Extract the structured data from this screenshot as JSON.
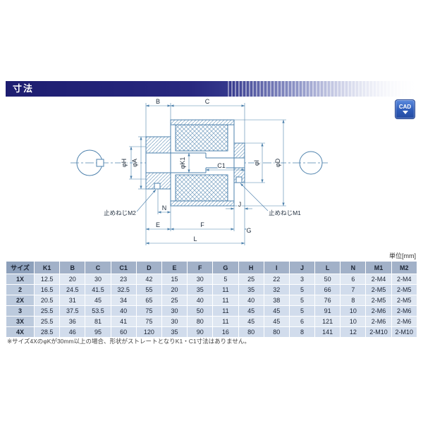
{
  "page": {
    "title": "寸法",
    "cad_label": "CAD",
    "unit_label": "単位[mm]",
    "footnote": "※サイズ4XのφKが30mm以上の場合、形状がストレートとなりK1・C1寸法はありません。"
  },
  "drawing": {
    "labels": {
      "dim_B": "B",
      "dim_C": "C",
      "dim_phiH": "φH",
      "dim_phiA": "φA",
      "dim_phiK1": "φK1",
      "dim_C1": "C1",
      "dim_phiI": "φI",
      "dim_phiD": "φD",
      "setscrew_M2": "止めねじM2",
      "setscrew_M1": "止めねじM1",
      "dim_N": "N",
      "dim_J": "J",
      "dim_E": "E",
      "dim_F": "F",
      "dim_G": "G",
      "dim_L": "L"
    }
  },
  "table": {
    "headers": [
      "サイズ",
      "K1",
      "B",
      "C",
      "C1",
      "D",
      "E",
      "F",
      "G",
      "H",
      "I",
      "J",
      "L",
      "N",
      "M1",
      "M2"
    ],
    "rows": [
      {
        "size": "1X",
        "values": [
          "12.5",
          "20",
          "30",
          "23",
          "42",
          "15",
          "30",
          "5",
          "25",
          "22",
          "3",
          "50",
          "6",
          "2-M4",
          "2-M4"
        ]
      },
      {
        "size": "2",
        "values": [
          "16.5",
          "24.5",
          "41.5",
          "32.5",
          "55",
          "20",
          "35",
          "11",
          "35",
          "32",
          "5",
          "66",
          "7",
          "2-M5",
          "2-M5"
        ]
      },
      {
        "size": "2X",
        "values": [
          "20.5",
          "31",
          "45",
          "34",
          "65",
          "25",
          "40",
          "11",
          "40",
          "38",
          "5",
          "76",
          "8",
          "2-M5",
          "2-M5"
        ]
      },
      {
        "size": "3",
        "values": [
          "25.5",
          "37.5",
          "53.5",
          "40",
          "75",
          "30",
          "50",
          "11",
          "45",
          "45",
          "5",
          "91",
          "10",
          "2-M6",
          "2-M6"
        ]
      },
      {
        "size": "3X",
        "values": [
          "25.5",
          "36",
          "81",
          "41",
          "75",
          "30",
          "80",
          "11",
          "45",
          "45",
          "6",
          "121",
          "10",
          "2-M6",
          "2-M6"
        ]
      },
      {
        "size": "4X",
        "values": [
          "28.5",
          "46",
          "95",
          "60",
          "120",
          "35",
          "90",
          "16",
          "80",
          "80",
          "8",
          "141",
          "12",
          "2-M10",
          "2-M10"
        ]
      }
    ]
  }
}
